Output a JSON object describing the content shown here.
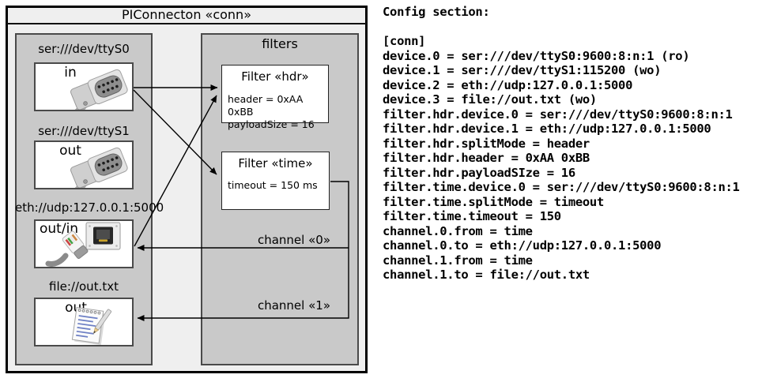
{
  "diagram": {
    "title": "PIConnecton «conn»",
    "devices": [
      {
        "label": "ser:///dev/ttyS0",
        "direction": "in",
        "icon": "serial-connector-icon"
      },
      {
        "label": "ser:///dev/ttyS1",
        "direction": "out",
        "icon": "serial-connector-icon"
      },
      {
        "label": "eth://udp:127.0.0.1:5000",
        "direction": "out/in",
        "icon": "ethernet-jack-icon, ethernet-plug-icon"
      },
      {
        "label": "file://out.txt",
        "direction": "out",
        "icon": "notepad-icon"
      }
    ],
    "filters_group": {
      "title": "filters",
      "filters": [
        {
          "title": "Filter «hdr»",
          "properties": [
            "header = 0xAA 0xBB",
            "payloadSize = 16"
          ]
        },
        {
          "title": "Filter «time»",
          "properties": [
            "timeout = 150 ms"
          ]
        }
      ]
    },
    "channels": [
      {
        "label": "channel «0»"
      },
      {
        "label": "channel «1»"
      }
    ],
    "colors": {
      "outer_fill": "#efefef",
      "group_fill": "#c9c9c9",
      "box_fill": "#ffffff",
      "line": "#000000"
    }
  },
  "config": {
    "heading": "Config section:",
    "lines": [
      "[conn]",
      "device.0 = ser:///dev/ttyS0:9600:8:n:1 (ro)",
      "device.1 = ser:///dev/ttyS1:115200 (wo)",
      "device.2 = eth://udp:127.0.0.1:5000",
      "device.3 = file://out.txt (wo)",
      "filter.hdr.device.0 = ser:///dev/ttyS0:9600:8:n:1",
      "filter.hdr.device.1 = eth://udp:127.0.0.1:5000",
      "filter.hdr.splitMode = header",
      "filter.hdr.header = 0xAA 0xBB",
      "filter.hdr.payloadSIze = 16",
      "filter.time.device.0 = ser:///dev/ttyS0:9600:8:n:1",
      "filter.time.splitMode = timeout",
      "filter.time.timeout = 150",
      "channel.0.from = time",
      "channel.0.to = eth://udp:127.0.0.1:5000",
      "channel.1.from = time",
      "channel.1.to = file://out.txt"
    ]
  }
}
